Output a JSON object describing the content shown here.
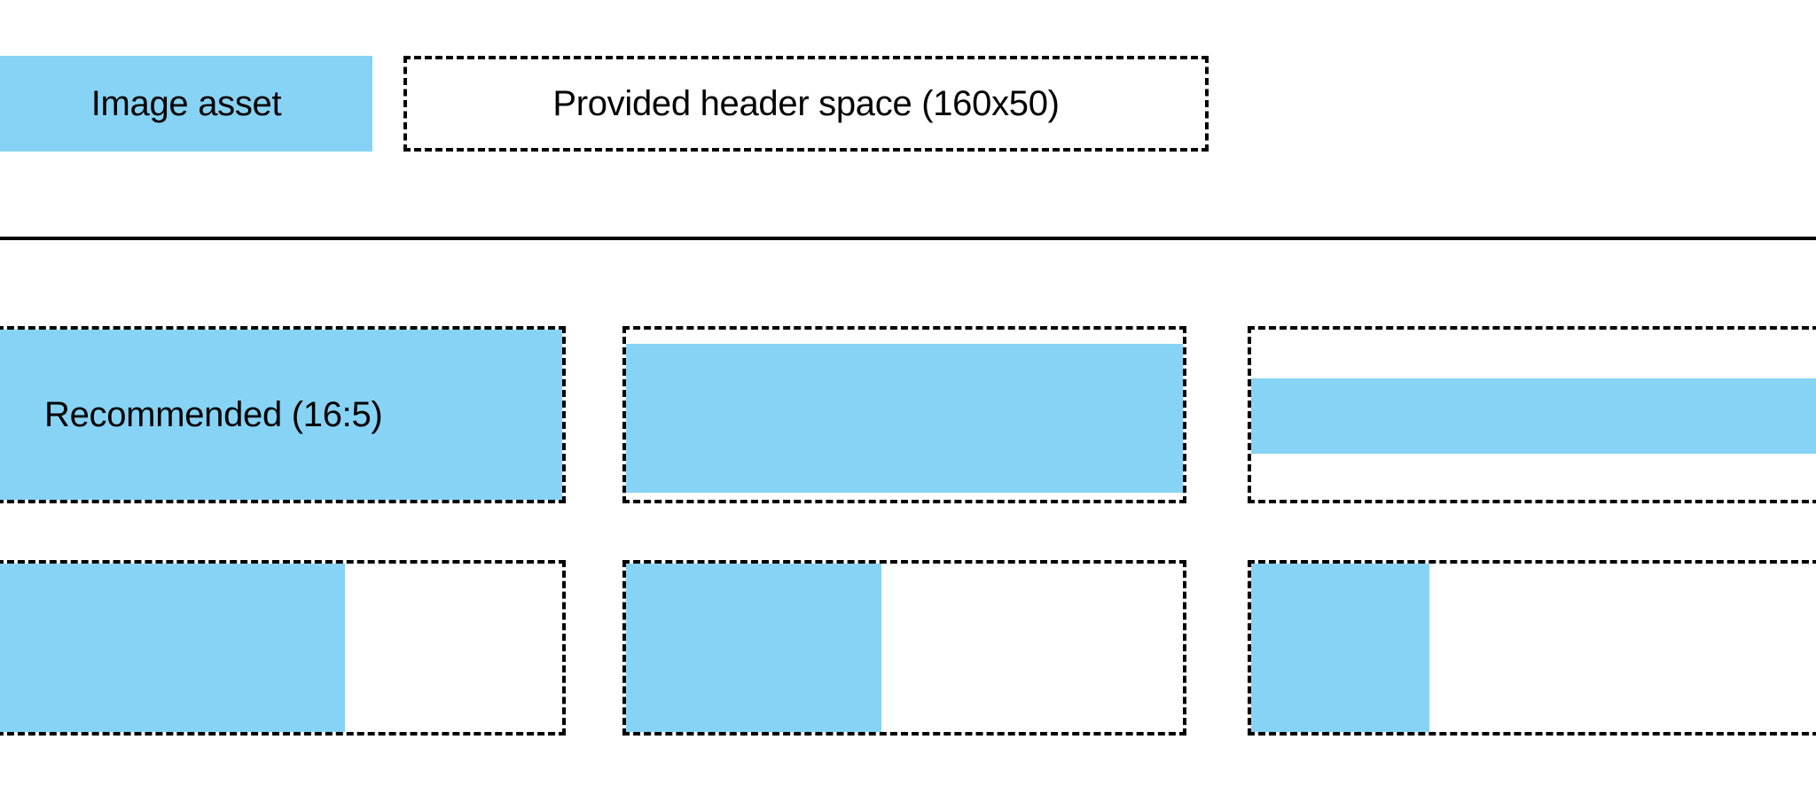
{
  "page": {
    "background_color": "#ffffff",
    "accent_color": "#87d3f5",
    "outline_color": "#000000"
  },
  "header": {
    "asset_swatch": {
      "label": "Image asset",
      "fill_color": "#87d3f5"
    },
    "provided_space": {
      "label": "Provided header space (160x50)",
      "border_style": "dashed"
    }
  },
  "divider": {
    "color": "#000000"
  },
  "ratio_grid": {
    "rows": [
      {
        "cards": [
          {
            "label": "Recommended (16:5)",
            "fill": "full"
          },
          {
            "label": "",
            "fill": "inset-vertical"
          },
          {
            "label": "",
            "fill": "band"
          }
        ]
      },
      {
        "cards": [
          {
            "label": "",
            "fill": "left-60"
          },
          {
            "label": "",
            "fill": "left-45"
          },
          {
            "label": "",
            "fill": "left-31"
          }
        ]
      }
    ]
  }
}
